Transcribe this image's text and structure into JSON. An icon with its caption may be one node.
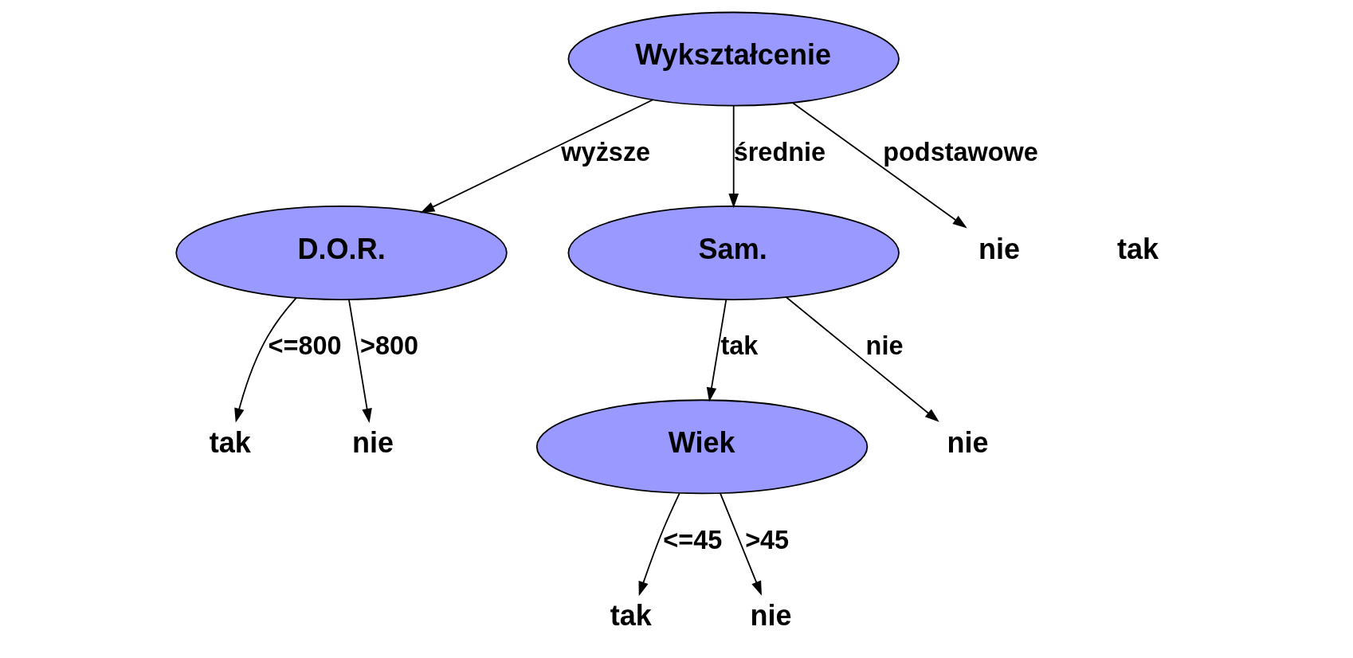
{
  "diagram": {
    "nodes": [
      {
        "text": [
          "Wykształcenie"
        ]
      },
      {
        "text": [
          "D.O.R."
        ]
      },
      {
        "text": [
          "Sam."
        ]
      },
      {
        "text": [
          "nie"
        ]
      },
      {
        "text": [
          "tak"
        ]
      },
      {
        "text": [
          "nie"
        ]
      },
      {
        "text": [
          "Wiek"
        ]
      },
      {
        "text": [
          "nie"
        ]
      },
      {
        "text": [
          "tak"
        ]
      },
      {
        "text": [
          "nie"
        ]
      }
    ],
    "edges": [
      {
        "from": 0,
        "to": 1,
        "arrow": "to",
        "label": "wyższe"
      },
      {
        "from": 0,
        "to": 2,
        "arrow": "to",
        "label": "średnie"
      },
      {
        "from": 0,
        "to": 3,
        "arrow": "to",
        "label": "podstawowe"
      },
      {
        "from": 1,
        "to": 4,
        "arrow": "to",
        "label": "<=800"
      },
      {
        "from": 1,
        "to": 5,
        "arrow": "to",
        "label": ">800"
      },
      {
        "from": 2,
        "to": 6,
        "arrow": "to",
        "label": "tak"
      },
      {
        "from": 2,
        "to": 7,
        "arrow": "to",
        "label": "nie"
      },
      {
        "from": 6,
        "to": 8,
        "arrow": "to",
        "label": "<=45"
      },
      {
        "from": 6,
        "to": 9,
        "arrow": "to",
        "label": ">45"
      }
    ],
    "labels": [
      "tak"
    ]
  }
}
